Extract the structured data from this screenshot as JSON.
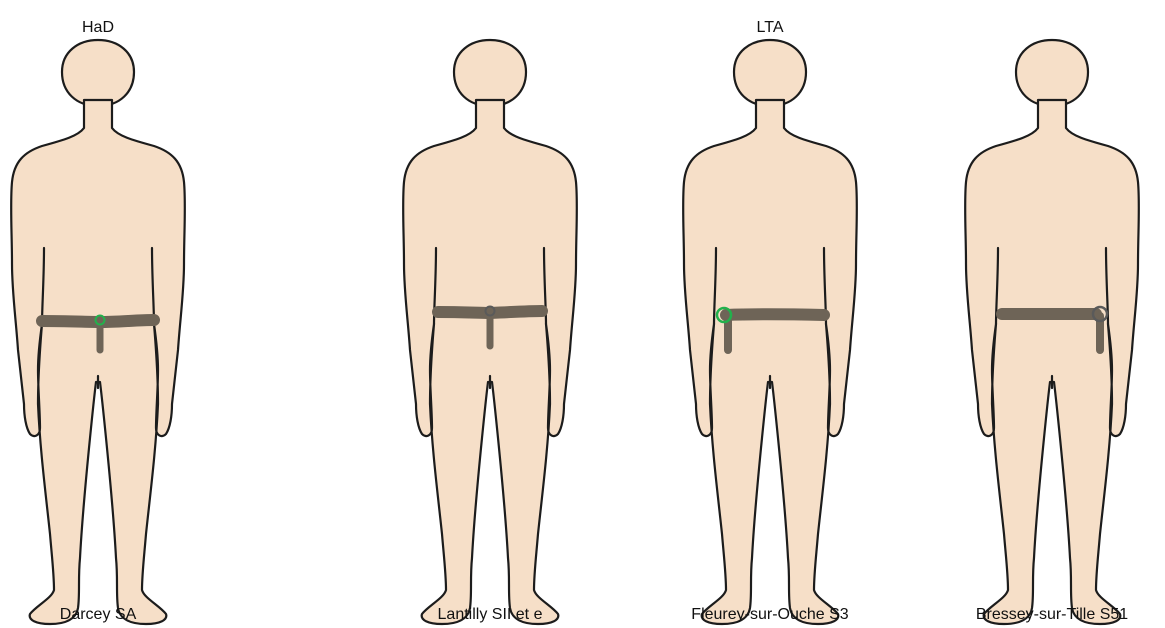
{
  "groups": [
    {
      "label": "HaD"
    },
    {
      "label": "LTA"
    }
  ],
  "figures": [
    {
      "caption": "Darcey SA",
      "buckle_side": "center",
      "ring_color": "#22b14c"
    },
    {
      "caption": "Lantilly SII et e",
      "buckle_side": "center",
      "ring_color": "#5a5a5a"
    },
    {
      "caption": "Fleurey-sur-Ouche S3",
      "buckle_side": "left",
      "ring_color": "#22b14c"
    },
    {
      "caption": "Bressey-sur-Tille S51",
      "buckle_side": "right",
      "ring_color": "#5a5a5a"
    }
  ],
  "colors": {
    "skin": "#f6dfc8",
    "outline": "#1c1c1c",
    "belt": "#6e6457"
  }
}
